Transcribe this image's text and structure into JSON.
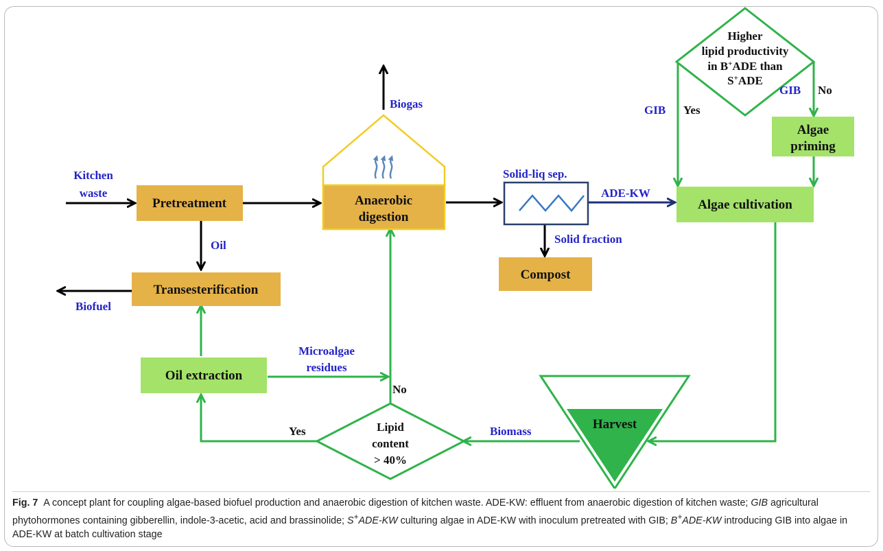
{
  "boxes": {
    "pretreatment": "Pretreatment",
    "anaerobic_line1": "Anaerobic",
    "anaerobic_line2": "digestion",
    "transesterification": "Transesterification",
    "compost": "Compost",
    "algae_cultivation": "Algae cultivation",
    "algae_priming_line1": "Algae",
    "algae_priming_line2": "priming",
    "oil_extraction": "Oil extraction",
    "harvest": "Harvest"
  },
  "labels": {
    "kitchen_line1": "Kitchen",
    "kitchen_line2": "waste",
    "biogas": "Biogas",
    "oil": "Oil",
    "biofuel": "Biofuel",
    "solid_liq_sep": "Solid-liq sep.",
    "ade_kw": "ADE-KW",
    "solid_fraction": "Solid fraction",
    "microalgae_line1": "Microalgae",
    "microalgae_line2": "residues",
    "biomass": "Biomass",
    "gib_left": "GIB",
    "yes_top": "Yes",
    "gib_right": "GIB",
    "no_top": "No",
    "no_lipid": "No",
    "yes_lipid": "Yes"
  },
  "decisions": {
    "lipid_prod": {
      "line1": "Higher",
      "line2": "lipid productivity",
      "line3_prefix": "in B",
      "line3_sup": "+",
      "line3_suffix": "ADE than",
      "line4_prefix": "S",
      "line4_sup": "+",
      "line4_suffix": "ADE"
    },
    "lipid_content": {
      "line1": "Lipid",
      "line2": "content",
      "line3": "> 40%"
    }
  },
  "colors": {
    "orange_box": "#e5b248",
    "green_box": "#a4e26a",
    "green_arrow": "#2fb34a",
    "yellow_outline": "#f2cc23",
    "navy_outline": "#2a3f6a",
    "blue_text": "#2323c8",
    "gas_arrow": "#5b87ba",
    "zigzag": "#3a77c4"
  },
  "icons": [
    "biogas-rising-icon",
    "zigzag-separator-icon"
  ],
  "caption": {
    "fig_label": "Fig. 7",
    "s1": "A concept plant for coupling algae-based biofuel production and anaerobic digestion of kitchen waste. ADE-KW: effluent from anaerobic digestion of kitchen waste; ",
    "gib": "GIB",
    "s2": " agricultural phytohormones containing gibberellin, indole-3-acetic, acid and brassinolide; ",
    "s_plus_pre": "S",
    "s_plus_sup": "+",
    "s_plus_post": "ADE-KW",
    "s3": " culturing algae in ADE-KW with inoculum pretreated with GIB; ",
    "b_plus_pre": "B",
    "b_plus_sup": "+",
    "b_plus_post": "ADE-KW",
    "s4": " introducing GIB into algae in ADE-KW at batch cultivation stage"
  }
}
